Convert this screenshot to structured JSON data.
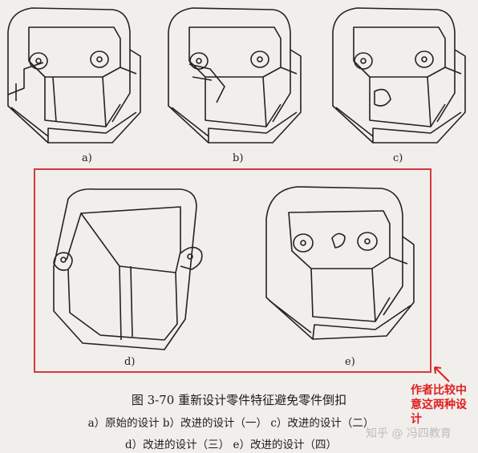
{
  "figure": {
    "labels": [
      "a)",
      "b)",
      "c)",
      "d)",
      "e)"
    ],
    "caption_title": "图 3-70    重新设计零件特征避免零件倒扣",
    "caption_line1": "a）原始的设计   b）改进的设计（一）  c）改进的设计（二）",
    "caption_line2": "d）改进的设计（三）  e）改进的设计（四）"
  },
  "annotation": {
    "text": "作者比较中意这两种设计",
    "color": "#e01e1e"
  },
  "watermark": {
    "text": "知乎 @ 冯四教育"
  },
  "colors": {
    "highlight_box": "#d23a3a",
    "line_art": "#222222",
    "background": "#f1efec"
  }
}
